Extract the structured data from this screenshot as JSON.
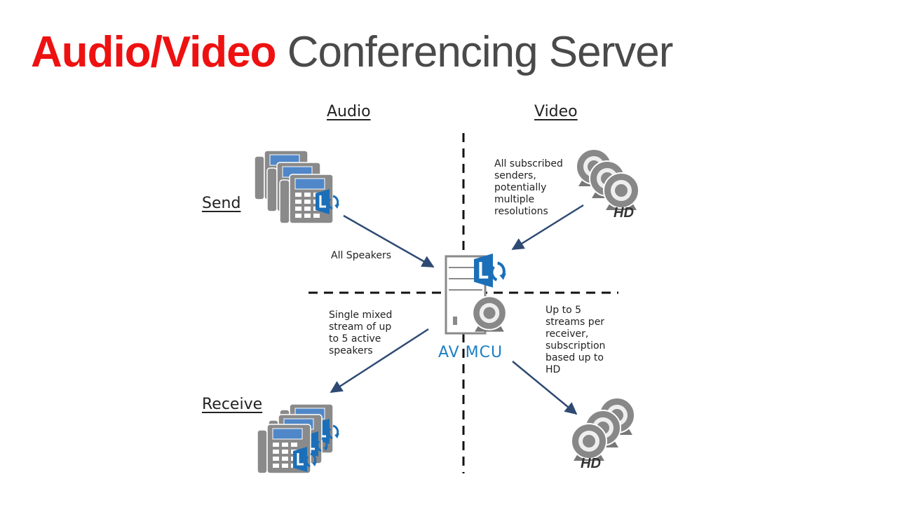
{
  "title": {
    "accent": "Audio/Video",
    "rest": "Conferencing Server"
  },
  "columns": {
    "audio": "Audio",
    "video": "Video"
  },
  "rows": {
    "send": "Send",
    "receive": "Receive"
  },
  "server": {
    "label": "AV MCU",
    "badge_letter": "L"
  },
  "notes": {
    "all_speakers": "All Speakers",
    "video_send": "All subscribed\nsenders,\npotentially\nmultiple\nresolutions",
    "audio_receive": "Single mixed\nstream of up\nto 5 active\nspeakers",
    "video_receive": "Up to 5\nstreams per\nreceiver,\nsubscription\nbased up to\nHD"
  },
  "hd_badge": "HD",
  "icons": {
    "phone": "desk-phone-icon",
    "lync": "lync-logo-icon",
    "webcam": "webcam-icon",
    "server": "server-icon"
  },
  "colors": {
    "title_accent": "#ee1111",
    "title_rest": "#4a4a4a",
    "arrow": "#2e4a73",
    "lync_blue": "#1b6fb8",
    "mcu_label": "#1b7fc4",
    "device_gray": "#808080"
  }
}
